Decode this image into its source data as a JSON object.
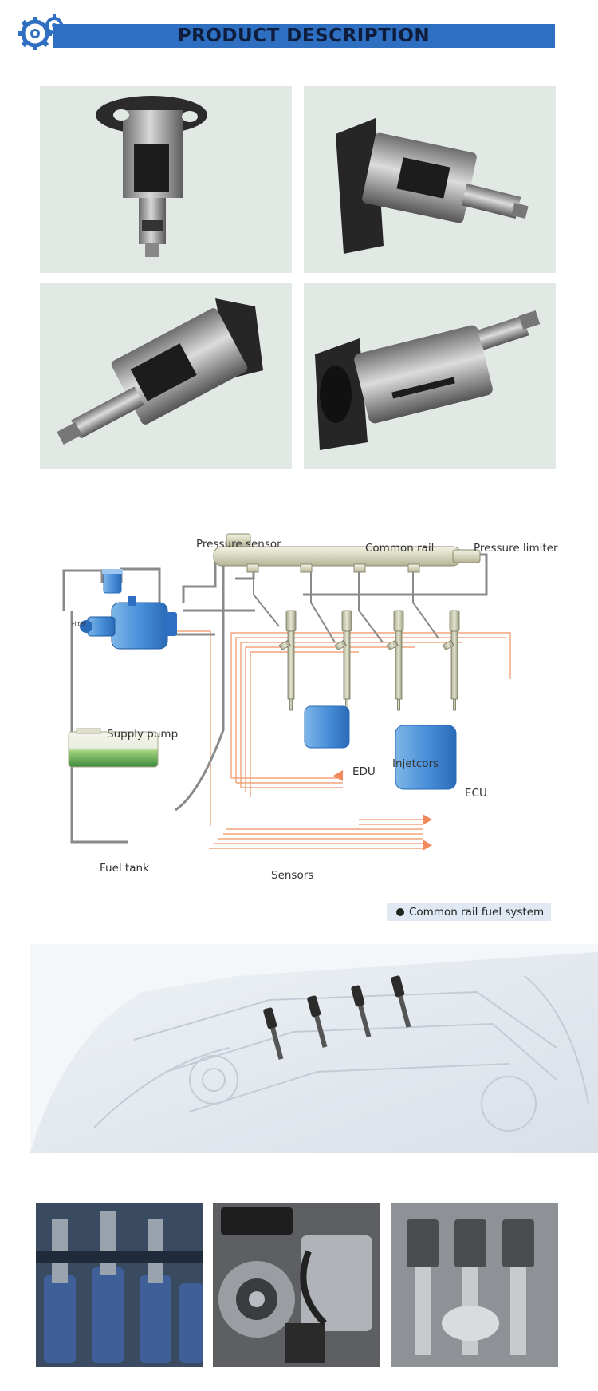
{
  "header": {
    "title": "PRODUCT DESCRIPTION",
    "logo_icon": "gear-icon",
    "bar_color": "#2f6fc1"
  },
  "diagram": {
    "labels": {
      "pressure_sensor": "Pressure sensor",
      "common_rail": "Common rail",
      "pressure_limiter": "Pressure limiter",
      "filter": "Filter",
      "supply_pump": "Supply pump",
      "injectors": "Injetcors",
      "edu": "EDU",
      "ecu": "ECU",
      "fuel_tank": "Fuel tank",
      "sensors": "Sensors"
    },
    "caption": "Common rail fuel system"
  }
}
